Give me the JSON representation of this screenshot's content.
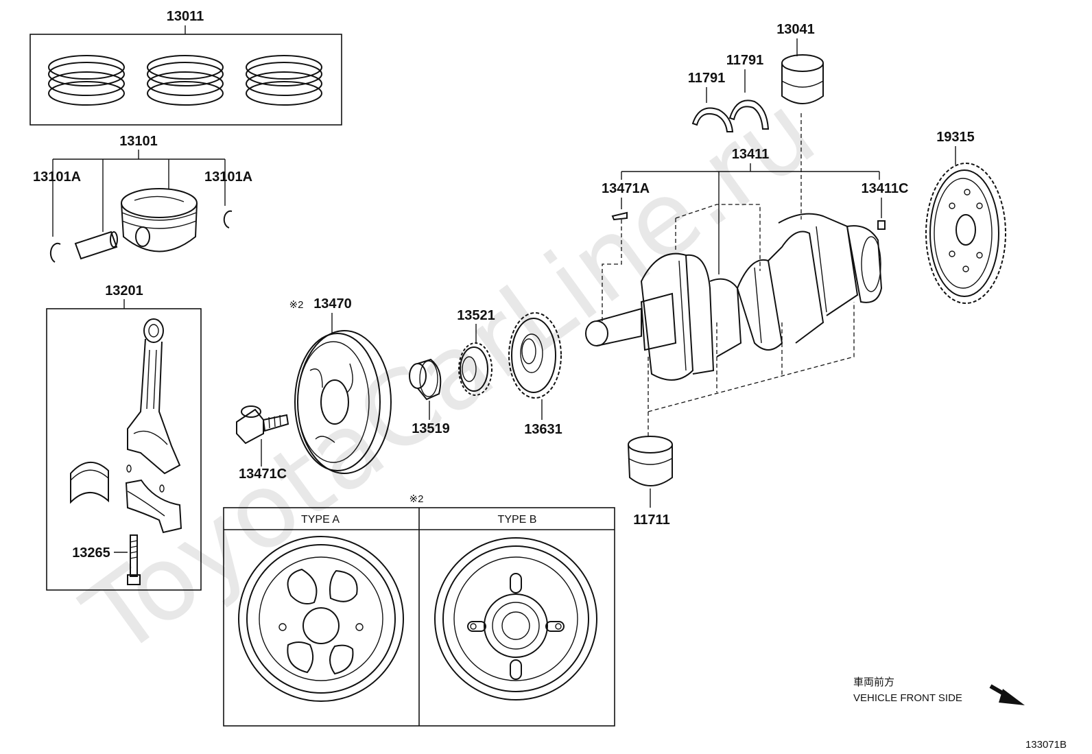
{
  "watermark": "ToyotaCarLine.ru",
  "labels": {
    "p13011": "13011",
    "p13101": "13101",
    "p13101a_left": "13101A",
    "p13101a_right": "13101A",
    "p13201": "13201",
    "p13265": "13265",
    "p13470_mark": "※2",
    "p13470": "13470",
    "p13471c": "13471C",
    "p13519": "13519",
    "p13521": "13521",
    "p13631": "13631",
    "p13411": "13411",
    "p13471a": "13471A",
    "p13411c": "13411C",
    "p11791_left": "11791",
    "p11791_right": "11791",
    "p13041": "13041",
    "p19315": "19315",
    "p11711": "11711"
  },
  "variants": {
    "mark": "※2",
    "type_a": "TYPE A",
    "type_b": "TYPE B"
  },
  "direction": {
    "jp": "車両前方",
    "en": "VEHICLE FRONT SIDE"
  },
  "diagram_id": "133071B"
}
